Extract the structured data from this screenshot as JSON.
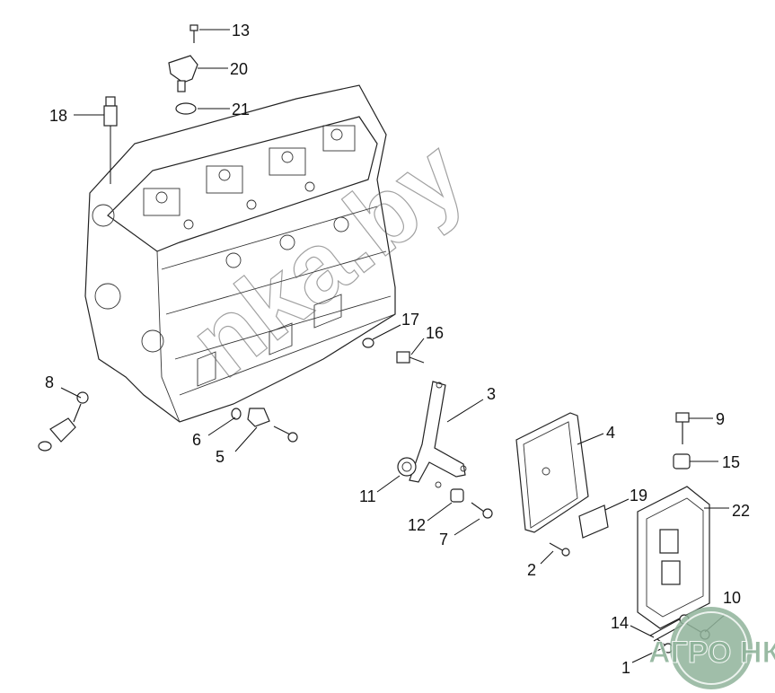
{
  "diagram": {
    "callouts": [
      {
        "id": "13",
        "text": "13"
      },
      {
        "id": "20",
        "text": "20"
      },
      {
        "id": "21",
        "text": "21"
      },
      {
        "id": "18",
        "text": "18"
      },
      {
        "id": "17",
        "text": "17"
      },
      {
        "id": "16",
        "text": "16"
      },
      {
        "id": "3",
        "text": "3"
      },
      {
        "id": "4",
        "text": "4"
      },
      {
        "id": "8",
        "text": "8"
      },
      {
        "id": "9",
        "text": "9"
      },
      {
        "id": "15",
        "text": "15"
      },
      {
        "id": "6",
        "text": "6"
      },
      {
        "id": "5",
        "text": "5"
      },
      {
        "id": "22",
        "text": "22"
      },
      {
        "id": "19",
        "text": "19"
      },
      {
        "id": "11",
        "text": "11"
      },
      {
        "id": "12",
        "text": "12"
      },
      {
        "id": "7",
        "text": "7"
      },
      {
        "id": "2",
        "text": "2"
      },
      {
        "id": "10",
        "text": "10"
      },
      {
        "id": "14",
        "text": "14"
      },
      {
        "id": "1",
        "text": "1"
      }
    ],
    "watermark_text": "nka.by",
    "logo_text": "АГРО НКА",
    "colors": {
      "line": "#222222",
      "watermark": "#8fb39a"
    }
  }
}
